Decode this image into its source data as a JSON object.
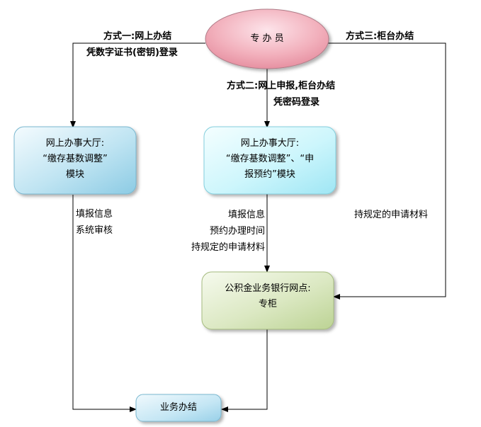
{
  "nodes": {
    "agent": "专 办 员",
    "hall_left": [
      "网上办事大厅:",
      "“缴存基数调整”",
      "模块"
    ],
    "hall_center": [
      "网上办事大厅:",
      "“缴存基数调整”、“申",
      "报预约”模块"
    ],
    "bank": [
      "公积金业务银行网点:",
      "专柜"
    ],
    "done": "业务办结"
  },
  "methods": {
    "one_title": "方式一:网上办结",
    "one_sub": "凭数字证书(密钥)登录",
    "two_title": "方式二:网上申报,柜台办结",
    "two_sub": "凭密码登录",
    "three_title": "方式三:柜台办结"
  },
  "edge_labels": {
    "left": [
      "填报信息",
      "系统审核"
    ],
    "center": [
      "填报信息",
      "预约办理时间",
      "持规定的申请材料"
    ],
    "right": "持规定的申请材料"
  },
  "colors": {
    "agent_fill": "#f0a8b4",
    "hall_left_fill": "#a8d8ec",
    "hall_center_fill": "#c4f4fc",
    "bank_fill": "#d4e4b4",
    "done_fill": "#b8e0f0",
    "line": "#000000"
  }
}
